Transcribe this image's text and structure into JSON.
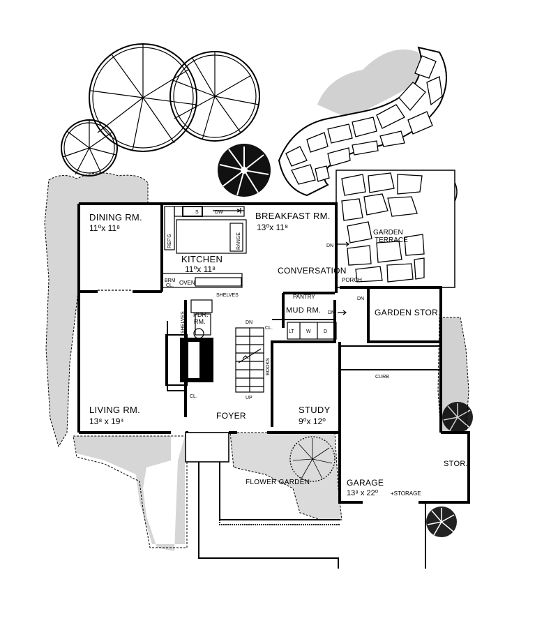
{
  "rooms": {
    "dining": {
      "name": "DINING RM.",
      "dims": "11⁰x 11⁸"
    },
    "breakfast": {
      "name": "BREAKFAST RM.",
      "dims": "13⁰x 11⁸"
    },
    "kitchen": {
      "name": "KITCHEN",
      "dims": "11⁰x 11⁸"
    },
    "conversation": {
      "name": "CONVERSATION"
    },
    "living": {
      "name": "LIVING RM.",
      "dims": "13⁸ x 19⁴"
    },
    "foyer": {
      "name": "FOYER"
    },
    "study": {
      "name": "STUDY",
      "dims": "9⁰x 12⁰"
    },
    "mud": {
      "name": "MUD RM."
    },
    "pantry": {
      "name": "PANTRY"
    },
    "pdr": {
      "name": "PDR.",
      "name2": "RM."
    },
    "garden_stor": {
      "name": "GARDEN STOR."
    },
    "garden_terrace": {
      "name": "GARDEN",
      "name2": "TERRACE"
    },
    "porch": {
      "name": "PORCH"
    },
    "garage": {
      "name": "GARAGE",
      "dims": "13⁸ x 22⁰",
      "extra": "+STORAGE"
    },
    "stor": {
      "name": "STOR."
    },
    "flower_garden": {
      "name": "FLOWER GARDEN"
    }
  },
  "fixtures": {
    "dw": "DW",
    "sink": "S",
    "range": "RANGE",
    "refrig": "REF'G",
    "oven": "OVEN",
    "brm_cl": "BRM",
    "brm_cl2": "CL.",
    "shelves_kitchen": "SHELVES",
    "shelves_pdr": "SHELVES",
    "cl_stair": "CL.",
    "cl_foyer": "CL.",
    "lt": "LT",
    "washer": "W",
    "dryer": "D",
    "books": "BOOKS",
    "curb": "CURB"
  },
  "markers": {
    "dn_terrace": "DN",
    "dn_porch": "DN",
    "dn_mud": "DN",
    "dn_stair": "DN",
    "up_stair": "UP"
  }
}
